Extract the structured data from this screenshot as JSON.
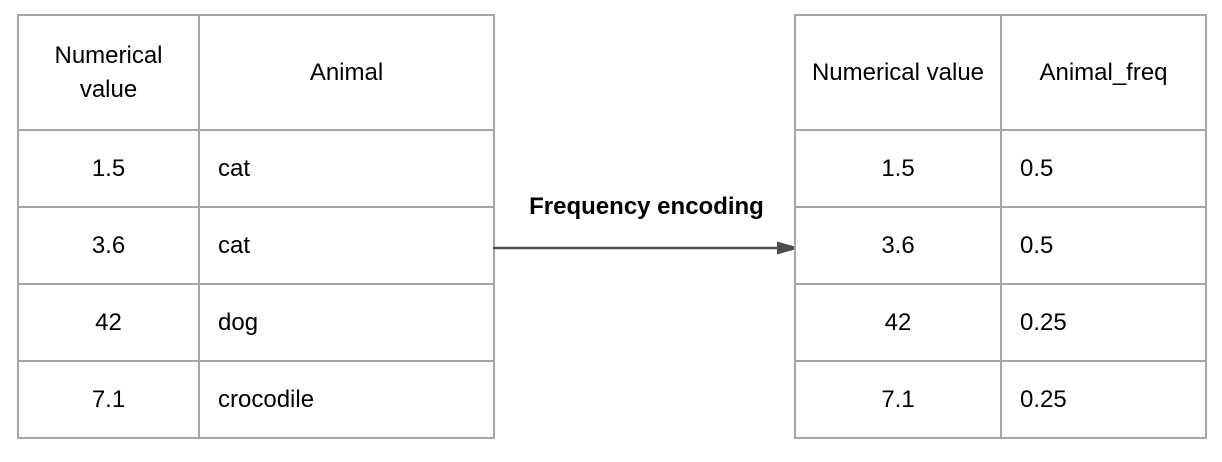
{
  "diagram": {
    "arrow_label": "Frequency encoding"
  },
  "left_table": {
    "headers": [
      "Numerical value",
      "Animal"
    ],
    "rows": [
      [
        "1.5",
        "cat"
      ],
      [
        "3.6",
        "cat"
      ],
      [
        "42",
        "dog"
      ],
      [
        "7.1",
        "crocodile"
      ]
    ]
  },
  "right_table": {
    "headers": [
      "Numerical value",
      "Animal_freq"
    ],
    "rows": [
      [
        "1.5",
        "0.5"
      ],
      [
        "3.6",
        "0.5"
      ],
      [
        "42",
        "0.25"
      ],
      [
        "7.1",
        "0.25"
      ]
    ]
  },
  "colors": {
    "table_border": "#a6a6a6",
    "arrow": "#4d4d4d",
    "text": "#000000",
    "background": "#ffffff"
  }
}
